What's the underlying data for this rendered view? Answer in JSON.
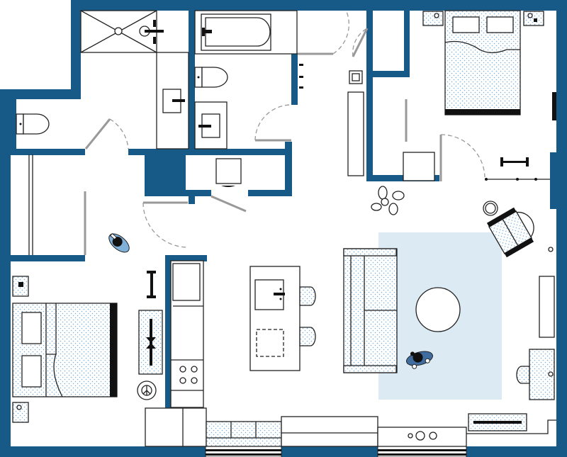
{
  "plan": {
    "type": "apartment-floor-plan",
    "rooms": [
      "primary-bedroom",
      "second-bedroom",
      "main-bathroom",
      "second-bathroom",
      "laundry",
      "kitchen",
      "living-room",
      "closets"
    ]
  },
  "colors": {
    "wall": "#185a87",
    "rug": "#dceaf4",
    "fabric_dots": "#7fb0d8",
    "pet": "#3f6da0",
    "floor": "#ffffff"
  }
}
